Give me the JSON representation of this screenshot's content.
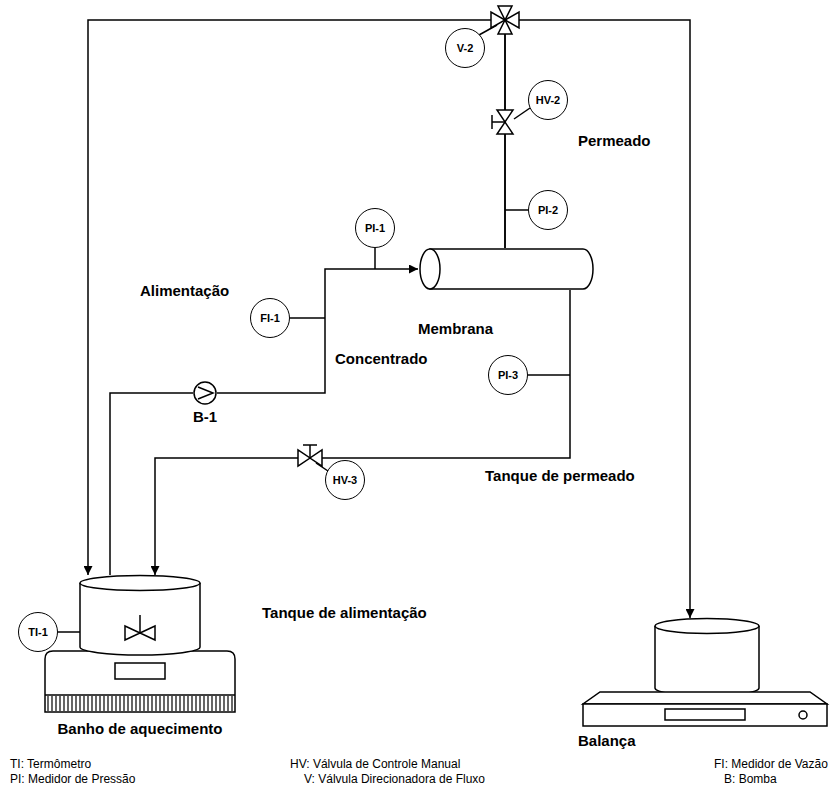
{
  "diagram": {
    "nodes": [
      {
        "text": [
          "V-2"
        ]
      },
      {
        "text": [
          "HV-2"
        ]
      },
      {
        "text": [
          "PI-2"
        ]
      },
      {
        "text": [
          "PI-1"
        ]
      },
      {
        "text": [
          "Membrana"
        ]
      },
      {
        "text": [
          "FI-1"
        ]
      },
      {
        "text": [
          "B-1"
        ]
      },
      {
        "text": [
          "PI-3"
        ]
      },
      {
        "text": [
          "HV-3"
        ]
      },
      {
        "text": [
          "TI-1"
        ]
      },
      {
        "text": [
          "Banho de aquecimento"
        ]
      },
      {
        "text": [
          "Balança"
        ]
      }
    ],
    "edges": [
      {
        "from": 10,
        "to": 6,
        "arrow": "none"
      },
      {
        "from": 6,
        "to": 4,
        "arrow": "to"
      },
      {
        "from": 4,
        "to": 10,
        "arrow": "to"
      },
      {
        "from": 4,
        "to": 10,
        "arrow": "to"
      },
      {
        "from": 4,
        "to": 11,
        "arrow": "to"
      }
    ],
    "labels": [
      "Permeado",
      "Alimentação",
      "Concentrado",
      "Tanque de permeado",
      "Tanque de alimentação",
      "TI: Termômetro",
      "PI: Medidor de Pressão",
      "HV: Válvula de Controle Manual",
      "V: Válvula Direcionadora de Fluxo",
      "FI: Medidor de Vazão",
      "B: Bomba"
    ]
  }
}
